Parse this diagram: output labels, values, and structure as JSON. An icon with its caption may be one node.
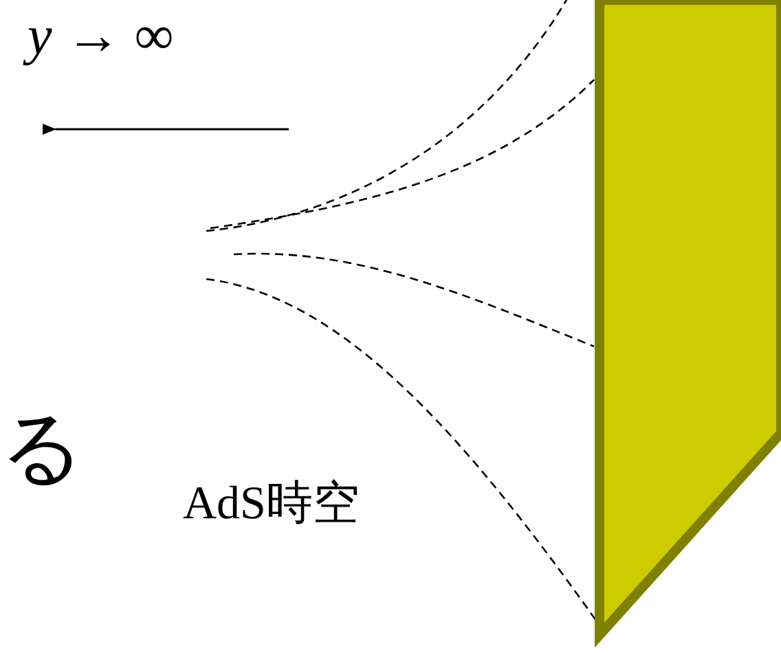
{
  "diagram": {
    "labels": [
      "*y* → ∞",
      "る",
      "AdS時空"
    ]
  }
}
